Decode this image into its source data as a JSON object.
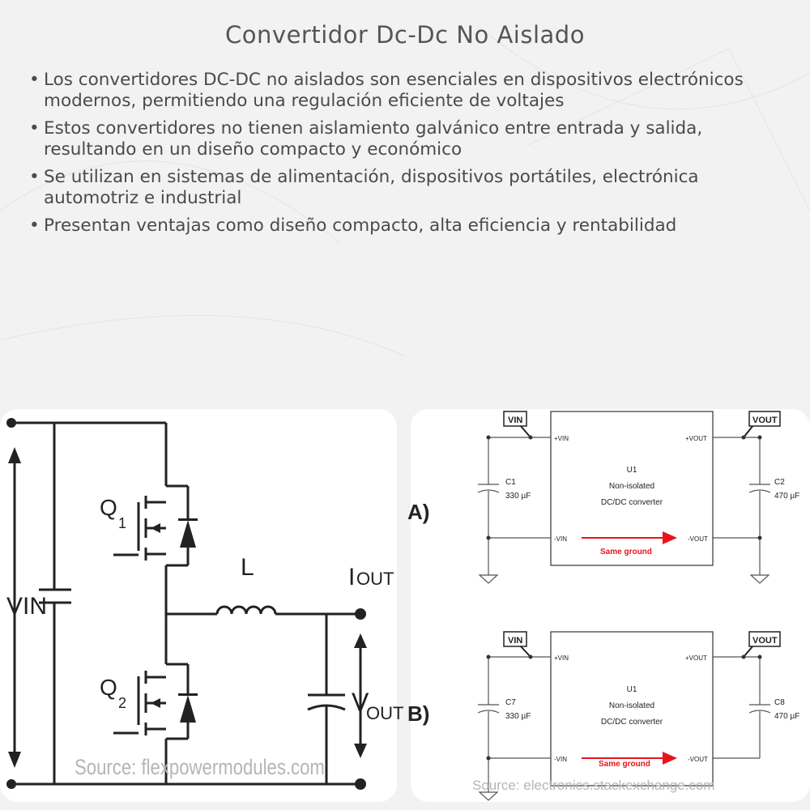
{
  "title": "Convertidor Dc-Dc No Aislado",
  "bullets": [
    "Los convertidores DC-DC no aislados son esenciales en dispositivos electrónicos modernos, permitiendo una regulación eficiente de voltajes",
    "Estos convertidores no tienen aislamiento galvánico entre entrada y salida, resultando en un diseño compacto y económico",
    "Se utilizan en sistemas de alimentación, dispositivos portátiles, electrónica automotriz e industrial",
    "Presentan ventajas como diseño compacto, alta eficiencia y rentabilidad"
  ],
  "left_diagram": {
    "vin_label": "VIN",
    "q1_label": "Q",
    "q1_sub": "1",
    "q2_label": "Q",
    "q2_sub": "2",
    "inductor_label": "L",
    "iout_label": "I",
    "iout_sub": "OUT",
    "vout_label": "V",
    "vout_sub": "OUT",
    "source": "Source: flexpowermodules.com"
  },
  "right_diagram": {
    "a_label": "A)",
    "b_label": "B)",
    "a": {
      "vin_tag": "VIN",
      "vout_tag": "VOUT",
      "pin_vin_pos": "+VIN",
      "pin_vin_neg": "-VIN",
      "pin_vout_pos": "+VOUT",
      "pin_vout_neg": "-VOUT",
      "u_name": "U1",
      "u_line1": "Non-isolated",
      "u_line2": "DC/DC converter",
      "c_in_name": "C1",
      "c_in_val": "330 µF",
      "c_out_name": "C2",
      "c_out_val": "470 µF",
      "ground_label": "Same ground"
    },
    "b": {
      "vin_tag": "VIN",
      "vout_tag": "VOUT",
      "pin_vin_pos": "+VIN",
      "pin_vin_neg": "-VIN",
      "pin_vout_pos": "+VOUT",
      "pin_vout_neg": "-VOUT",
      "u_name": "U1",
      "u_line1": "Non-isolated",
      "u_line2": "DC/DC converter",
      "c_in_name": "C7",
      "c_in_val": "330 µF",
      "c_out_name": "C8",
      "c_out_val": "470 µF",
      "ground_label": "Same ground"
    },
    "source": "Source: electronics.stackexchange.com"
  },
  "colors": {
    "accent_arrow": "#e8141b",
    "wire": "#222222",
    "schematic_wire": "#555555"
  }
}
